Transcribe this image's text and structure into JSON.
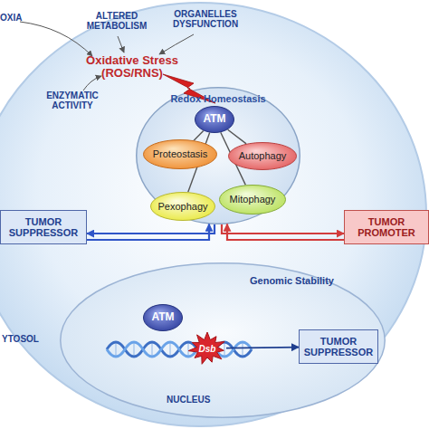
{
  "diagram": {
    "nodes": [
      {
        "text": [
          "YTOSOL"
        ]
      },
      {
        "text": [
          "Redox Homeostasis"
        ],
        "in": 0
      },
      {
        "text": [
          "ATM"
        ],
        "in": 1
      },
      {
        "text": [
          "Proteostasis"
        ],
        "in": 1
      },
      {
        "text": [
          "Autophagy"
        ],
        "in": 1
      },
      {
        "text": [
          "Pexophagy"
        ],
        "in": 1
      },
      {
        "text": [
          "Mitophagy"
        ],
        "in": 1
      },
      {
        "text": [
          "TUMOR SUPPRESSOR"
        ],
        "in": 0
      },
      {
        "text": [
          "TUMOR PROMOTER"
        ],
        "in": 0
      },
      {
        "text": [
          "Genomic Stability",
          "NUCLEUS"
        ],
        "in": 0
      },
      {
        "text": [
          "ATM"
        ],
        "in": 9
      },
      {
        "text": [
          "Dsb"
        ],
        "in": 9
      },
      {
        "text": [
          "TUMOR SUPPRESSOR"
        ],
        "in": 9
      }
    ],
    "edges": [
      {
        "from": 2,
        "to": 3,
        "arrow": "none"
      },
      {
        "from": 2,
        "to": 4,
        "arrow": "none"
      },
      {
        "from": 2,
        "to": 5,
        "arrow": "none"
      },
      {
        "from": 2,
        "to": 6,
        "arrow": "none"
      },
      {
        "from": 1,
        "to": 7,
        "arrow": "to"
      },
      {
        "from": 7,
        "to": 1,
        "arrow": "to"
      },
      {
        "from": 1,
        "to": 8,
        "arrow": "to"
      },
      {
        "from": 8,
        "to": 1,
        "arrow": "to"
      },
      {
        "from": 11,
        "to": 12,
        "arrow": "to"
      }
    ],
    "labels": [
      "OXIA",
      "ALTERED METABOLISM",
      "ORGANELLES DYSFUNCTION",
      "Oxidative Stress (ROS/RNS)",
      "ENZYMATIC ACTIVITY"
    ]
  }
}
